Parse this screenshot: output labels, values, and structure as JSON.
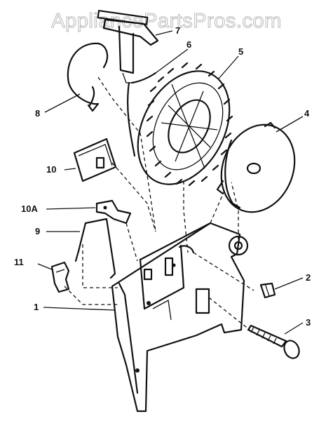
{
  "watermark": "AppliancePartsPros.com",
  "callouts": {
    "c1": "1",
    "c2": "2",
    "c3": "3",
    "c4": "4",
    "c5": "5",
    "c6": "6",
    "c7": "7",
    "c8": "8",
    "c9": "9",
    "c10": "10",
    "c10a": "10A",
    "c11": "11"
  }
}
